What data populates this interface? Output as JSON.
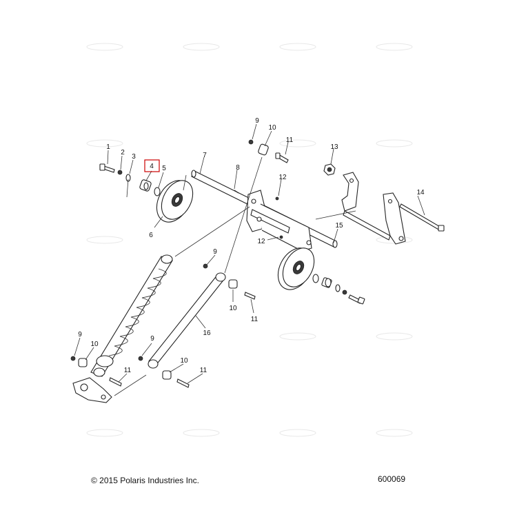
{
  "highlight_color": "#cc0000",
  "copyright": "© 2015 Polaris Industries Inc.",
  "figure_number": "600069",
  "highlighted_callout": "4",
  "callouts": {
    "c1": "1",
    "c2": "2",
    "c3": "3",
    "c4": "4",
    "c5": "5",
    "c6": "6",
    "c7": "7",
    "c8": "8",
    "c9a": "9",
    "c10a": "10",
    "c11a": "11",
    "c13": "13",
    "c12a": "12",
    "c14": "14",
    "c12b": "12",
    "c15": "15",
    "c9b": "9",
    "c10b": "10",
    "c11b": "11",
    "c16": "16",
    "c9c": "9",
    "c10c": "10",
    "c9d": "9",
    "c11c": "11",
    "c10d": "10",
    "c11d": "11"
  }
}
